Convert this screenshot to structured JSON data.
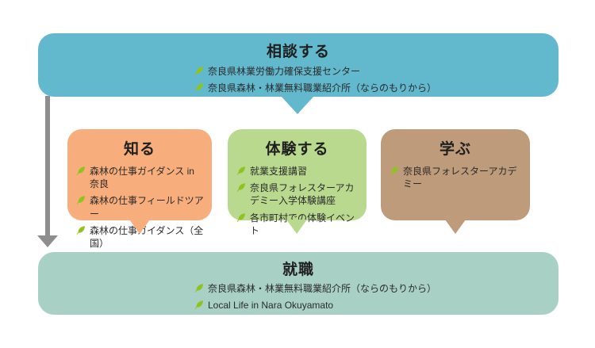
{
  "diagram": {
    "top_box": {
      "title": "相談する",
      "items": [
        "奈良県林業労働力確保支援センター",
        "奈良県森林・林業無料職業紹介所（ならのもりから）"
      ]
    },
    "middle_boxes": [
      {
        "title": "知る",
        "items": [
          "森林の仕事ガイダンス in 奈良",
          "森林の仕事フィールドツアー",
          "森林の仕事ガイダンス（全国）"
        ]
      },
      {
        "title": "体験する",
        "items": [
          "就業支援講習",
          "奈良県フォレスターアカデミー入学体験講座",
          "各市町村での体験イベント"
        ]
      },
      {
        "title": "学ぶ",
        "items": [
          "奈良県フォレスターアカデミー"
        ]
      }
    ],
    "bottom_box": {
      "title": "就職",
      "items": [
        "奈良県森林・林業無料職業紹介所（ならのもりから）",
        "Local Life in Nara Okuyamato"
      ]
    },
    "icons": {
      "list_bullet": "leaf-icon"
    },
    "colors": {
      "consult_blue": "#62b8cc",
      "know_orange": "#f7ad7c",
      "experience_green": "#b9d98f",
      "learn_brown": "#bd9b7b",
      "employment_teal": "#a9d0c4",
      "leaf_green": "#8fc31f",
      "arrow_gray": "#8e8e8e",
      "text": "#2b2b2b"
    }
  }
}
